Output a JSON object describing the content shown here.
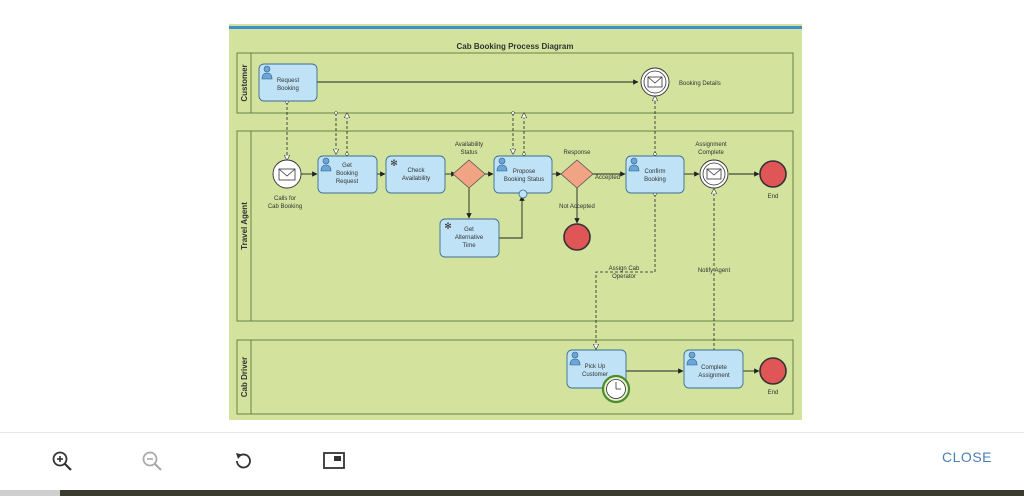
{
  "diagram": {
    "title": "Cab Booking Process Diagram",
    "lanes": [
      "Customer",
      "Travel Agent",
      "Cab Driver"
    ],
    "tasks": {
      "request_booking": [
        "Request",
        "Booking"
      ],
      "get_booking_request": [
        "Get",
        "Booking",
        "Request"
      ],
      "check_availability": [
        "Check",
        "Availability"
      ],
      "propose_booking_status": [
        "Propose",
        "Booking Status"
      ],
      "confirm_booking": [
        "Confirm",
        "Booking"
      ],
      "get_alternative_time": [
        "Get",
        "Alternative",
        "Time"
      ],
      "pick_up_customer": [
        "Pick Up",
        "Customer"
      ],
      "complete_assignment": [
        "Complete",
        "Assignment"
      ]
    },
    "labels": {
      "booking_details": "Booking Details",
      "calls_for_cab_booking": [
        "Calls for",
        "Cab Booking"
      ],
      "availability_status": [
        "Availability",
        "Status"
      ],
      "response": "Response",
      "accepted": "Accepted",
      "not_accepted": "Not Accepted",
      "assignment_complete": [
        "Assignment",
        "Complete"
      ],
      "end": "End",
      "assign_cab_operator": [
        "Assign Cab",
        "Operator"
      ],
      "notify_agent": "Notify Agent"
    },
    "colors": {
      "background": "#d3e29c",
      "header_bar": "#3c8fd0",
      "task_fill": "#bfe2f6",
      "task_stroke": "#3a6f93",
      "gateway_fill": "#f0a484",
      "end_event_fill": "#e05555"
    }
  },
  "toolbar": {
    "icons": [
      "zoom-in-icon",
      "zoom-out-icon",
      "rotate-icon",
      "fit-screen-icon"
    ],
    "close_label": "CLOSE"
  }
}
